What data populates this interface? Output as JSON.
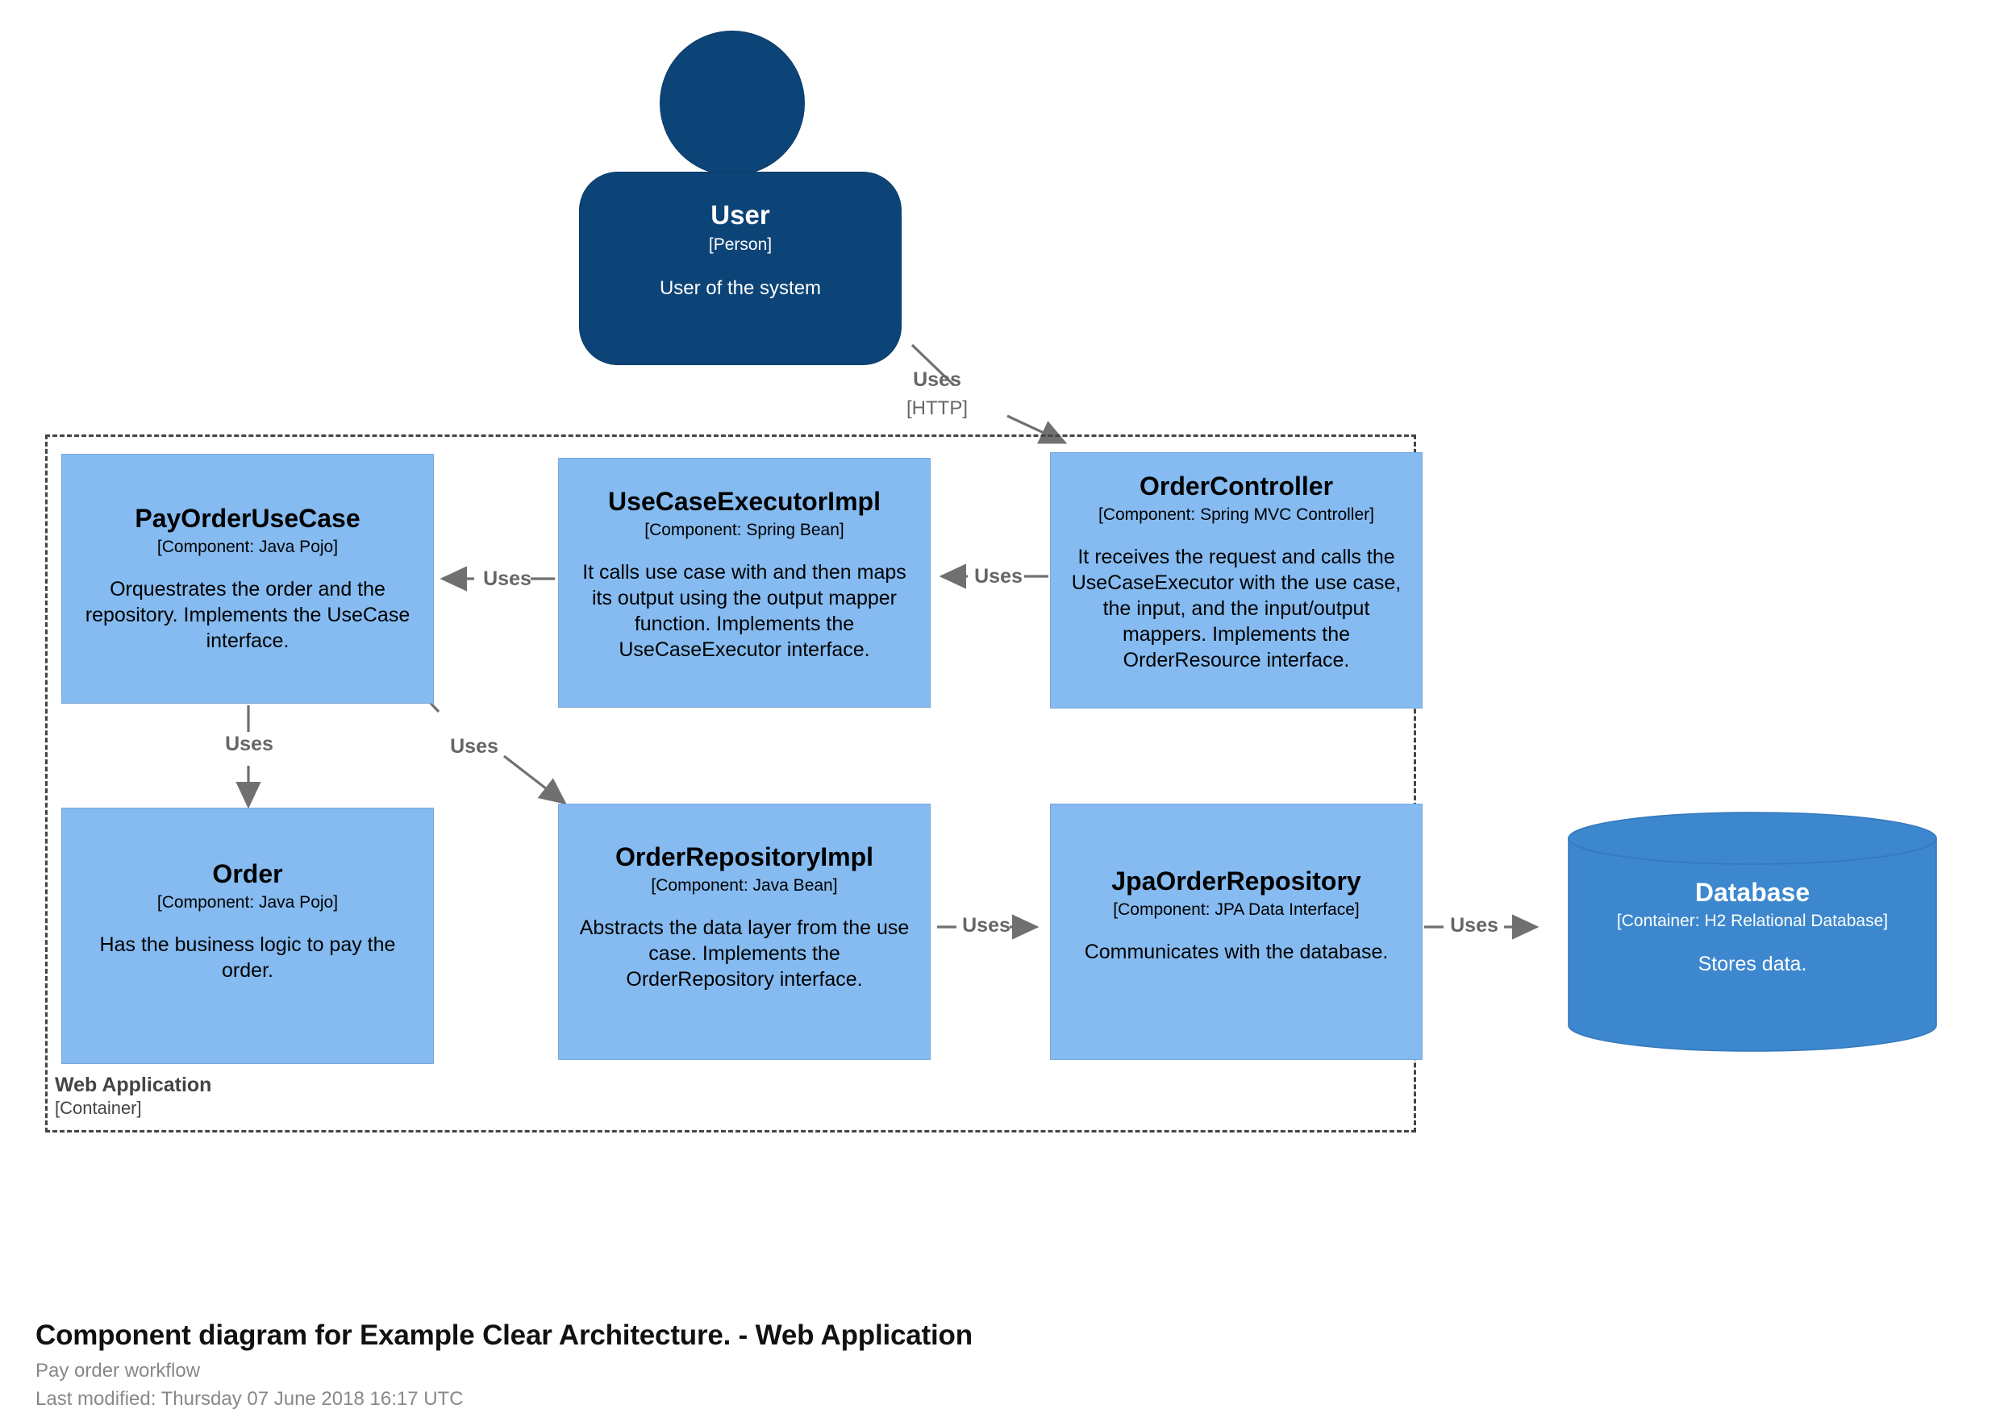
{
  "diagram": {
    "title": "Component diagram for Example Clear Architecture. - Web Application",
    "subtitle": "Pay order workflow",
    "last_modified": "Last modified: Thursday 07 June 2018 16:17 UTC",
    "colors": {
      "person_fill": "#0D4477",
      "component_fill": "#85BBF0",
      "container_fill": "#3C87CE",
      "boundary_stroke": "#444444",
      "relationship_stroke": "#707070",
      "background": "#FFFFFF"
    }
  },
  "person": {
    "name": "User",
    "tech": "[Person]",
    "description": "User of the system"
  },
  "boundary": {
    "name": "Web Application",
    "tech": "[Container]"
  },
  "components": [
    {
      "id": "pay-order-use-case",
      "name": "PayOrderUseCase",
      "tech": "[Component: Java Pojo]",
      "description": "Orquestrates the order and the repository. Implements the UseCase interface."
    },
    {
      "id": "use-case-executor-impl",
      "name": "UseCaseExecutorImpl",
      "tech": "[Component: Spring Bean]",
      "description": "It calls use case with and then maps its output using the output mapper function. Implements the UseCaseExecutor interface."
    },
    {
      "id": "order-controller",
      "name": "OrderController",
      "tech": "[Component: Spring MVC Controller]",
      "description": "It receives the request and calls the UseCaseExecutor with the use case, the input, and the input/output mappers. Implements the OrderResource interface."
    },
    {
      "id": "order",
      "name": "Order",
      "tech": "[Component: Java Pojo]",
      "description": "Has the business logic to pay the order."
    },
    {
      "id": "order-repository-impl",
      "name": "OrderRepositoryImpl",
      "tech": "[Component: Java Bean]",
      "description": "Abstracts the data layer from the use case. Implements the OrderRepository interface."
    },
    {
      "id": "jpa-order-repository",
      "name": "JpaOrderRepository",
      "tech": "[Component: JPA Data Interface]",
      "description": "Communicates with the database."
    }
  ],
  "container": {
    "id": "database",
    "name": "Database",
    "tech": "[Container: H2 Relational Database]",
    "description": "Stores data."
  },
  "relationships": [
    {
      "id": "user-to-order-controller",
      "from": "User",
      "to": "OrderController",
      "label": "Uses",
      "tech": "[HTTP]"
    },
    {
      "id": "order-controller-to-use-case-executor",
      "from": "OrderController",
      "to": "UseCaseExecutorImpl",
      "label": "Uses",
      "tech": ""
    },
    {
      "id": "use-case-executor-to-pay-order-use-case",
      "from": "UseCaseExecutorImpl",
      "to": "PayOrderUseCase",
      "label": "Uses",
      "tech": ""
    },
    {
      "id": "pay-order-use-case-to-order",
      "from": "PayOrderUseCase",
      "to": "Order",
      "label": "Uses",
      "tech": ""
    },
    {
      "id": "pay-order-use-case-to-order-repository-impl",
      "from": "PayOrderUseCase",
      "to": "OrderRepositoryImpl",
      "label": "Uses",
      "tech": ""
    },
    {
      "id": "order-repository-impl-to-jpa-order-repository",
      "from": "OrderRepositoryImpl",
      "to": "JpaOrderRepository",
      "label": "Uses",
      "tech": ""
    },
    {
      "id": "jpa-order-repository-to-database",
      "from": "JpaOrderRepository",
      "to": "Database",
      "label": "Uses",
      "tech": ""
    }
  ]
}
